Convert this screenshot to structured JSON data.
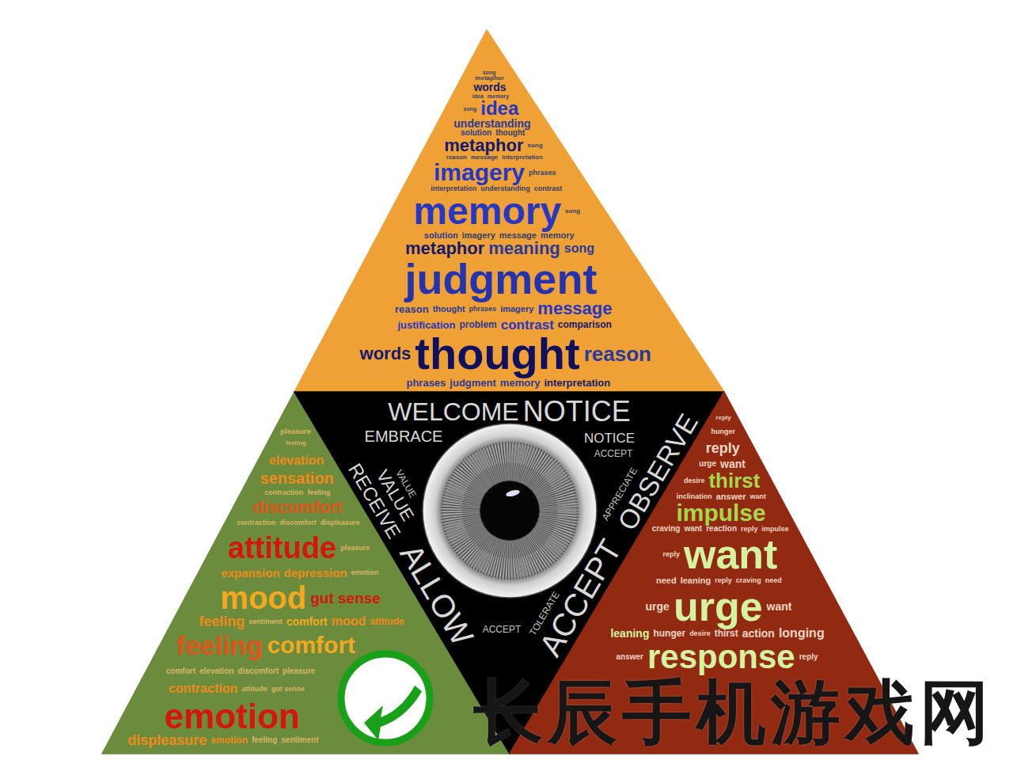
{
  "diagram": {
    "nodes": [
      {
        "text": [
          "song",
          "metaphor",
          "words",
          "idea",
          "memory",
          "song",
          "idea",
          "understanding",
          "solution",
          "thought",
          "metaphor",
          "song",
          "reason",
          "message",
          "interpretation",
          "imagery",
          "phrases",
          "interpretation",
          "understanding",
          "contrast",
          "memory",
          "song",
          "solution",
          "imagery",
          "message",
          "memory",
          "metaphor",
          "meaning",
          "song",
          "judgment",
          "reason",
          "thought",
          "phrases",
          "imagery",
          "message",
          "justification",
          "problem",
          "contrast",
          "comparison",
          "words",
          "thought",
          "reason",
          "phrases",
          "judgment",
          "memory",
          "interpretation"
        ]
      },
      {
        "text": [
          "pleasure",
          "feeling",
          "elevation",
          "sensation",
          "contraction",
          "feeling",
          "discomfort",
          "contraction",
          "discomfort",
          "displeasure",
          "attitude",
          "pleasure",
          "expansion",
          "depression",
          "emotion",
          "mood",
          "gut sense",
          "feeling",
          "sentiment",
          "comfort",
          "mood",
          "attitude",
          "feeling",
          "comfort",
          "comfort",
          "elevation",
          "discomfort",
          "pleasure",
          "contraction",
          "attitude",
          "gut sense",
          "emotion",
          "displeasure",
          "emotion",
          "feeling",
          "sentiment"
        ]
      },
      {
        "text": [
          "WELCOME",
          "NOTICE",
          "EMBRACE",
          "NOTICE",
          "ACCEPT",
          "VALUE",
          "RECEIVE",
          "VALUE",
          "APPRECIATE",
          "OBSERVE",
          "ALLOW",
          "ACCEPT",
          "TOLERATE",
          "ACCEPT"
        ]
      },
      {
        "text": [
          "reply",
          "hunger",
          "reply",
          "urge",
          "want",
          "desire",
          "thirst",
          "inclination",
          "answer",
          "want",
          "impulse",
          "craving",
          "want",
          "reaction",
          "reply",
          "impulse",
          "reply",
          "want",
          "need",
          "leaning",
          "reply",
          "craving",
          "need",
          "urge",
          "urge",
          "want",
          "leaning",
          "hunger",
          "desire",
          "thirst",
          "action",
          "longing",
          "answer",
          "response",
          "reply"
        ]
      }
    ],
    "labels": [
      "长辰手机游戏网"
    ]
  }
}
